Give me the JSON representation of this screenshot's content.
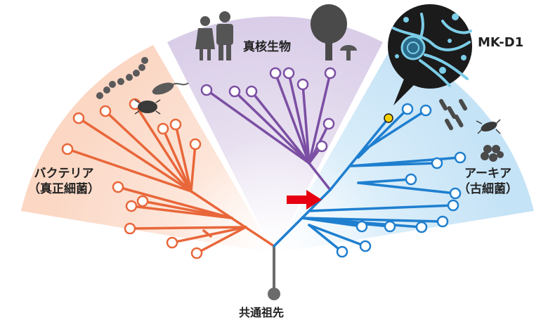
{
  "labels": {
    "bacteria": "バクテリア",
    "bacteria_sub": "（真正細菌）",
    "eukarya": "真核生物",
    "archaea": "アーキア",
    "archaea_sub": "（古細菌）",
    "mkd1": "MK-D1",
    "root": "共通祖先"
  },
  "colors": {
    "bacteria": "#e8673a",
    "eukarya": "#7b4fa3",
    "archaea": "#1f7fcf",
    "root": "#6b6b6b",
    "highlight_node": "#f5d000",
    "arrow": "#e60012"
  },
  "icons": [
    "bacteria-chain-icon",
    "bacterium-icon",
    "people-icon",
    "tree-icon",
    "mushroom-icon",
    "archaea-rods-icon",
    "archaea-cluster-icon",
    "mk-d1-micrograph-icon"
  ]
}
